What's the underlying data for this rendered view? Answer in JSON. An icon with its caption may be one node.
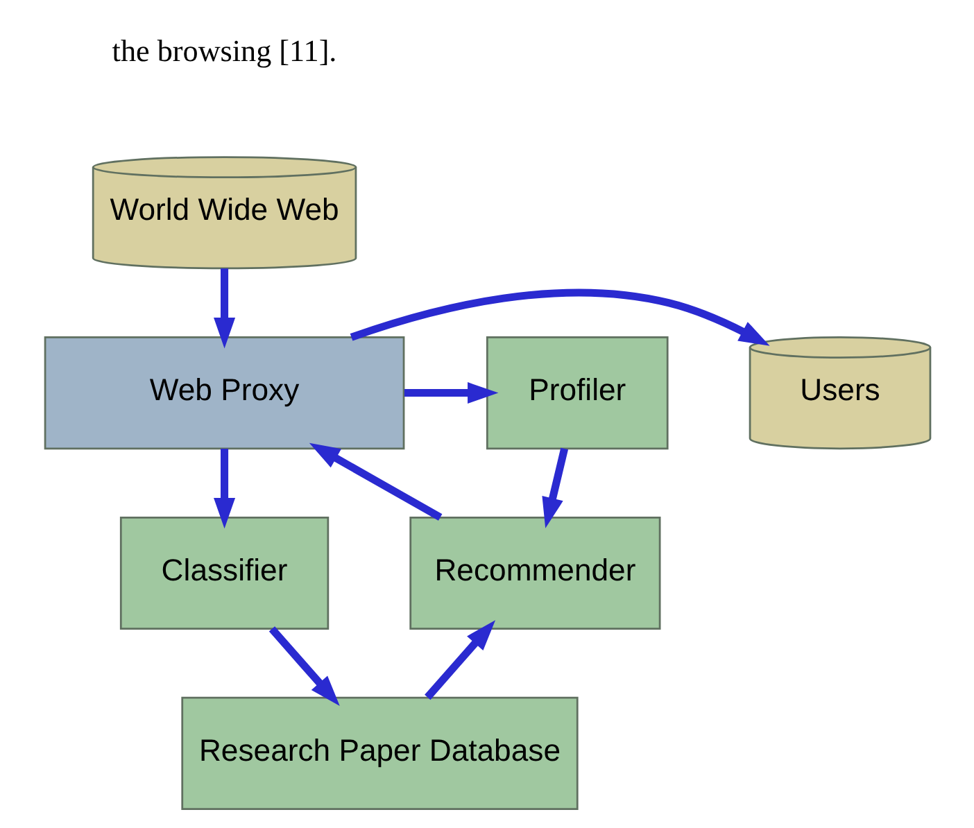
{
  "diagram": {
    "nodes": [
      {
        "text": [
          "World Wide Web"
        ]
      },
      {
        "text": [
          "Web Proxy"
        ]
      },
      {
        "text": [
          "Users"
        ]
      },
      {
        "text": [
          "Profiler"
        ]
      },
      {
        "text": [
          "Classifier"
        ]
      },
      {
        "text": [
          "Recommender"
        ]
      },
      {
        "text": [
          "Research Paper Database"
        ]
      }
    ],
    "edges": [
      {
        "from": 0,
        "to": 1,
        "arrow": "to"
      },
      {
        "from": 1,
        "to": 2,
        "arrow": "to"
      },
      {
        "from": 1,
        "to": 3,
        "arrow": "to"
      },
      {
        "from": 1,
        "to": 4,
        "arrow": "to"
      },
      {
        "from": 5,
        "to": 1,
        "arrow": "to"
      },
      {
        "from": 3,
        "to": 5,
        "arrow": "to"
      },
      {
        "from": 4,
        "to": 6,
        "arrow": "to"
      },
      {
        "from": 6,
        "to": 5,
        "arrow": "to"
      }
    ],
    "labels": [
      "the browsing [11]."
    ]
  }
}
